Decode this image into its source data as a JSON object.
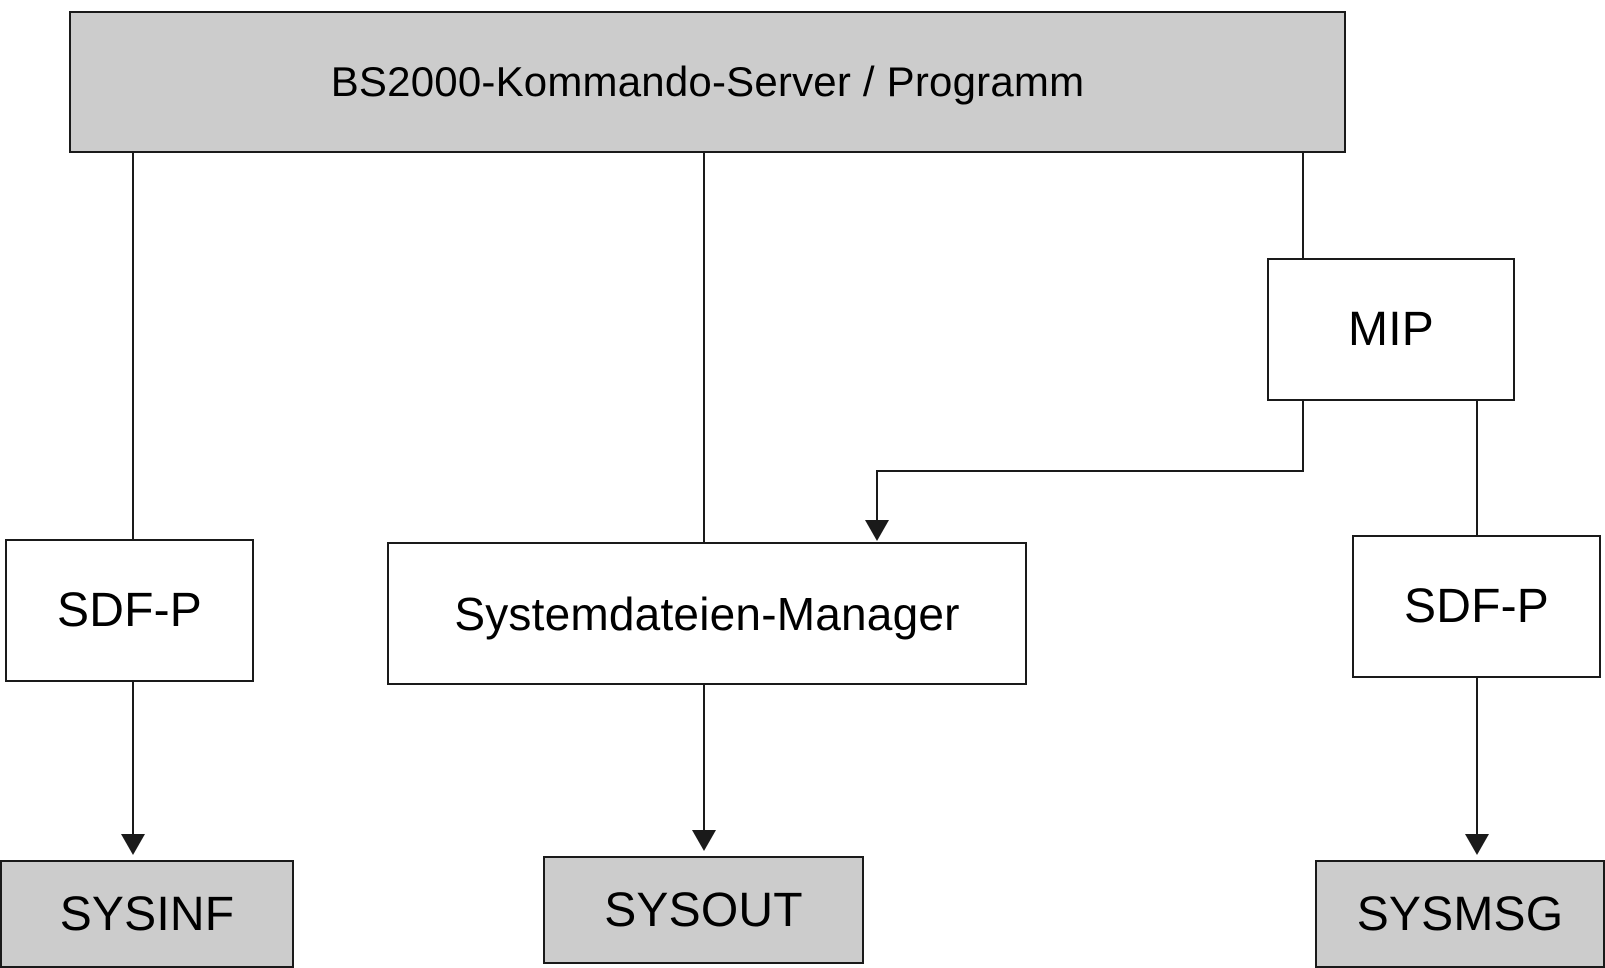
{
  "diagram": {
    "nodes": {
      "command_server": {
        "label": "BS2000-Kommando-Server / Programm",
        "fill": "#cccccc"
      },
      "mip": {
        "label": "MIP",
        "fill": "#ffffff"
      },
      "sdfp_left": {
        "label": "SDF-P",
        "fill": "#ffffff"
      },
      "file_manager": {
        "label": "Systemdateien-Manager",
        "fill": "#ffffff"
      },
      "sdfp_right": {
        "label": "SDF-P",
        "fill": "#ffffff"
      },
      "sysinf": {
        "label": "SYSINF",
        "fill": "#cccccc"
      },
      "sysout": {
        "label": "SYSOUT",
        "fill": "#cccccc"
      },
      "sysmsg": {
        "label": "SYSMSG",
        "fill": "#cccccc"
      }
    },
    "edges": [
      {
        "from": "command_server",
        "to": "sdfp_left",
        "arrow": false
      },
      {
        "from": "command_server",
        "to": "file_manager",
        "arrow": false
      },
      {
        "from": "command_server",
        "to": "mip",
        "arrow": false
      },
      {
        "from": "mip",
        "to": "file_manager",
        "arrow": true
      },
      {
        "from": "mip",
        "to": "sdfp_right",
        "arrow": false
      },
      {
        "from": "sdfp_left",
        "to": "sysinf",
        "arrow": true
      },
      {
        "from": "file_manager",
        "to": "sysout",
        "arrow": true
      },
      {
        "from": "sdfp_right",
        "to": "sysmsg",
        "arrow": true
      }
    ],
    "colors": {
      "line": "#1a1a1a",
      "box_gray": "#cccccc",
      "box_white": "#ffffff"
    }
  }
}
